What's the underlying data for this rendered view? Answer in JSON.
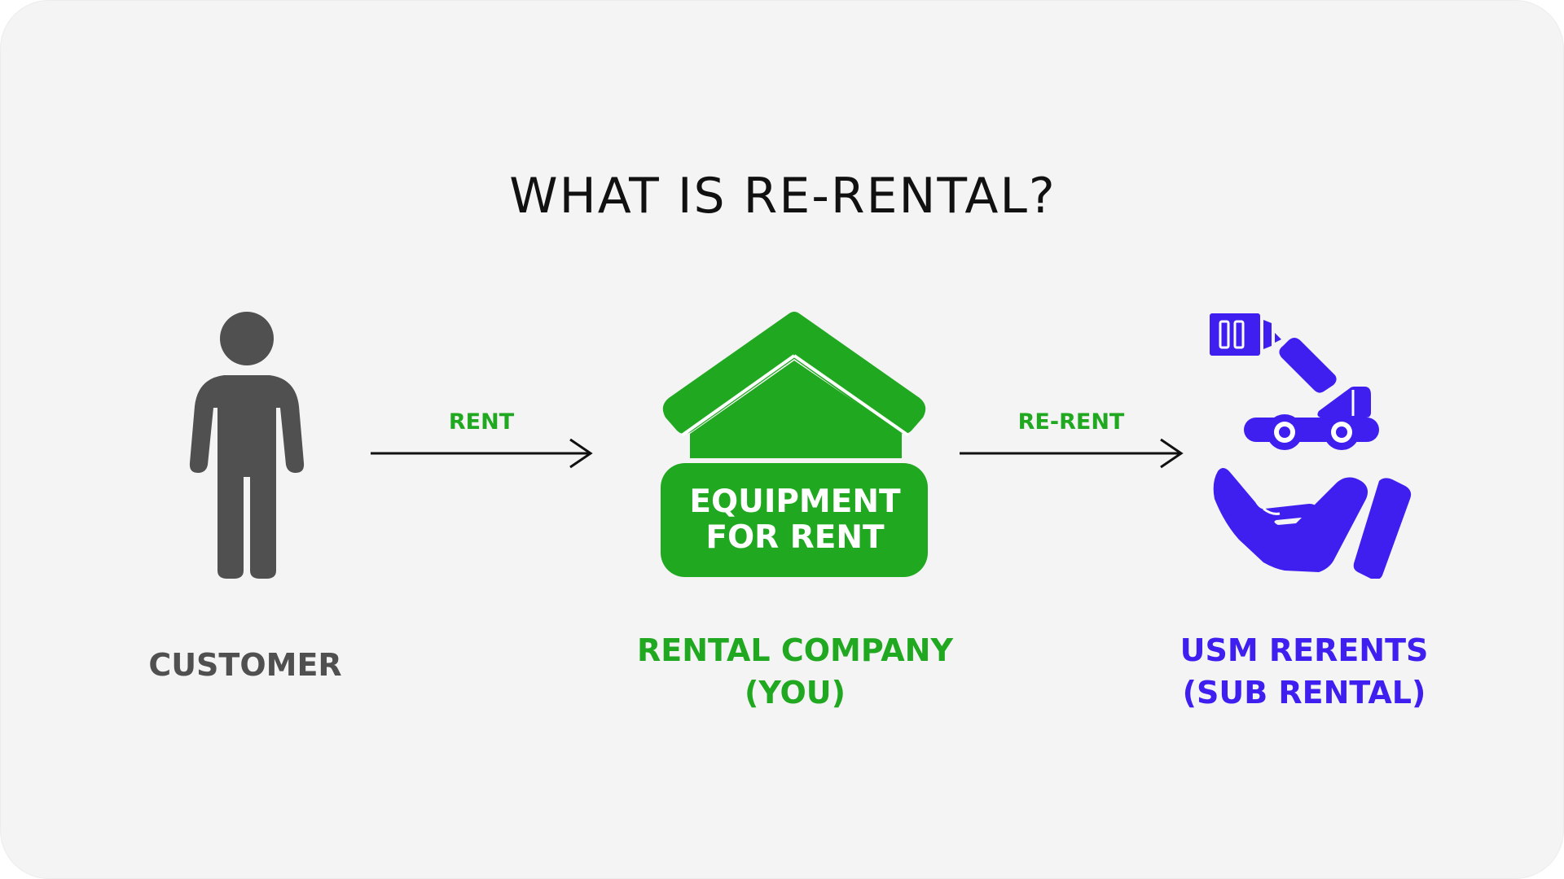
{
  "title": "WHAT IS RE-RENTAL?",
  "colors": {
    "background": "#f4f4f4",
    "customer": "#505050",
    "company": "#20a820",
    "usm": "#3e1ff0",
    "arrow": "#111111"
  },
  "nodes": {
    "customer": {
      "label": "CUSTOMER",
      "icon": "person-icon"
    },
    "company": {
      "label_line1": "RENTAL COMPANY",
      "label_line2": "(YOU)",
      "icon": "house-icon",
      "badge_line1": "EQUIPMENT",
      "badge_line2": "FOR RENT"
    },
    "usm": {
      "label_line1": "USM RERENTS",
      "label_line2": "(SUB RENTAL)",
      "icon": "excavator-hand-icon"
    }
  },
  "edges": [
    {
      "from": "customer",
      "to": "company",
      "label": "RENT"
    },
    {
      "from": "company",
      "to": "usm",
      "label": "RE-RENT"
    }
  ]
}
